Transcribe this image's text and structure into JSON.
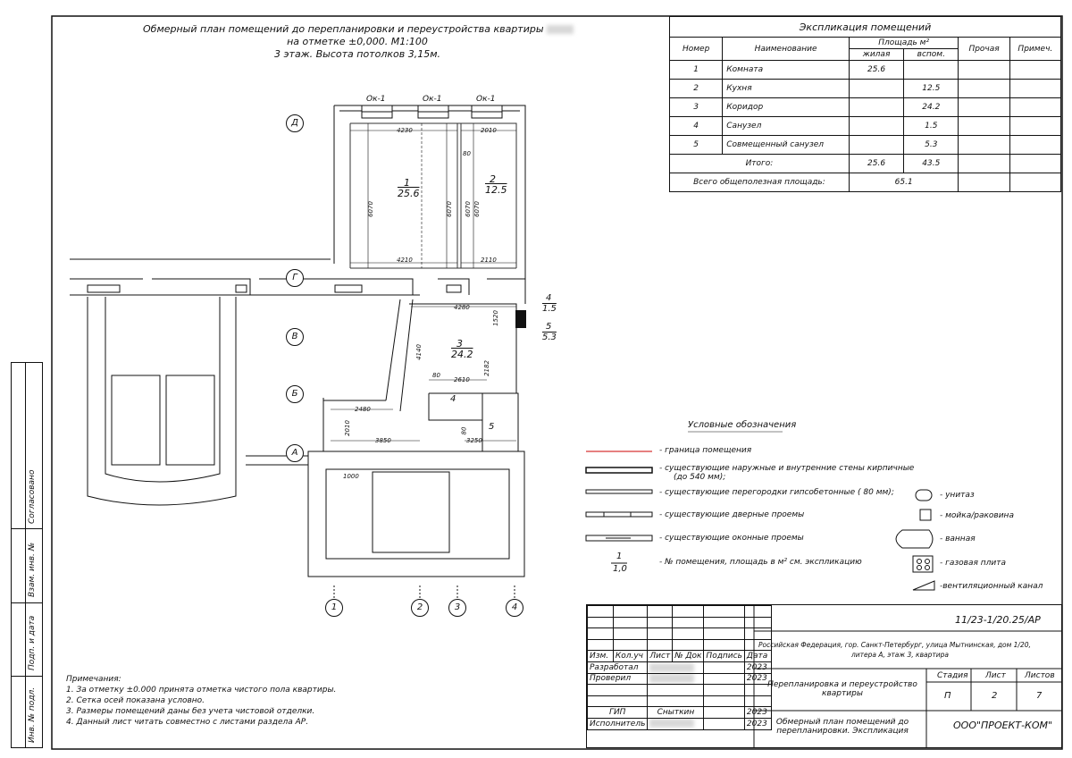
{
  "header": {
    "line1": "Обмерный план помещений до перепланировки и переустройства квартиры",
    "line2": "на отметке ±0,000. М1:100",
    "line3": "3 этаж. Высота потолков 3,15м."
  },
  "windows": [
    "Ок-1",
    "Ок-1",
    "Ок-1"
  ],
  "axes_letters": [
    "Д",
    "Г",
    "В",
    "Б",
    "А"
  ],
  "axes_numbers": [
    "1",
    "2",
    "3",
    "4"
  ],
  "rooms": [
    {
      "num": "1",
      "area": "25.6"
    },
    {
      "num": "2",
      "area": "12.5"
    },
    {
      "num": "3",
      "area": "24.2"
    },
    {
      "num": "4",
      "area": "1.5"
    },
    {
      "num": "5",
      "area": "5.3"
    }
  ],
  "dims": [
    "4230",
    "2010",
    "80",
    "6070",
    "6070",
    "6070",
    "6070",
    "4210",
    "2110",
    "4280",
    "1520",
    "4140",
    "2182",
    "80",
    "2610",
    "2480",
    "2010",
    "3850",
    "80",
    "3250",
    "1000"
  ],
  "explication": {
    "title": "Экспликация помещений",
    "col_num": "Номер",
    "col_name": "Наименование",
    "col_area": "Площадь м²",
    "col_living": "жилая",
    "col_aux": "вспом.",
    "col_other": "Прочая",
    "col_note": "Примеч.",
    "rows": [
      {
        "num": "1",
        "name": "Комната",
        "living": "25.6",
        "aux": ""
      },
      {
        "num": "2",
        "name": "Кухня",
        "living": "",
        "aux": "12.5"
      },
      {
        "num": "3",
        "name": "Коридор",
        "living": "",
        "aux": "24.2"
      },
      {
        "num": "4",
        "name": "Санузел",
        "living": "",
        "aux": "1.5"
      },
      {
        "num": "5",
        "name": "Совмещенный санузел",
        "living": "",
        "aux": "5.3"
      }
    ],
    "total_label": "Итого:",
    "total_living": "25.6",
    "total_aux": "43.5",
    "grand_label": "Всего общеполезная площадь:",
    "grand_value": "65.1"
  },
  "legend": {
    "title": "Условные обозначения",
    "items": [
      "- граница помещения",
      "- существующие наружные и внутренние стены кирпичные",
      "(до 540 мм);",
      "- существующие перегородки гипсобетонные ( 80 мм);",
      "- существующие дверные проемы",
      "- существующие оконные проемы",
      "- № помещения, площадь в м² см. экспликацию"
    ],
    "sample_num": "1",
    "sample_area": "1,0",
    "symbols": [
      "- унитаз",
      "- мойка/раковина",
      "- ванная",
      "- газовая плита",
      "-вентиляционный канал"
    ]
  },
  "notes": {
    "title": "Примечания:",
    "items": [
      "1.  За отметку ±0.000 принята отметка чистого пола квартиры.",
      "2.  Сетка осей показана условно.",
      "3.  Размеры помещений даны без учета чистовой отделки.",
      "4.  Данный лист читать совместно с листами раздела АР."
    ]
  },
  "side_labels": [
    "Согласовано",
    "Взам. инв. №",
    "Подп. и дата",
    "Инв. № подл."
  ],
  "title_block": {
    "code": "11/23-1/20.25/АР",
    "address": "Российская Федерация, гор. Санкт-Петербург, улица Мытнинская, дом 1/20,",
    "address2": "литера А, этаж 3, квартира",
    "col_izm": "Изм.",
    "col_koluch": "Кол.уч",
    "col_list": "Лист",
    "col_ndok": "№ Док",
    "col_podpis": "Подпись",
    "col_data": "Дата",
    "razrab": "Разработал",
    "proveril": "Проверил",
    "gip": "ГИП",
    "gip_name": "Сныткин",
    "ispoln": "Исполнитель",
    "year": "2023",
    "project": "Перепланировка и переустройство квартиры",
    "sheet_title": "Обмерный план помещений до перепланировки. Экспликация",
    "stage_label": "Стадия",
    "list_label": "Лист",
    "lists_label": "Листов",
    "stage": "П",
    "list": "2",
    "lists": "7",
    "org": "ООО\"ПРОЕКТ-КОМ\""
  }
}
